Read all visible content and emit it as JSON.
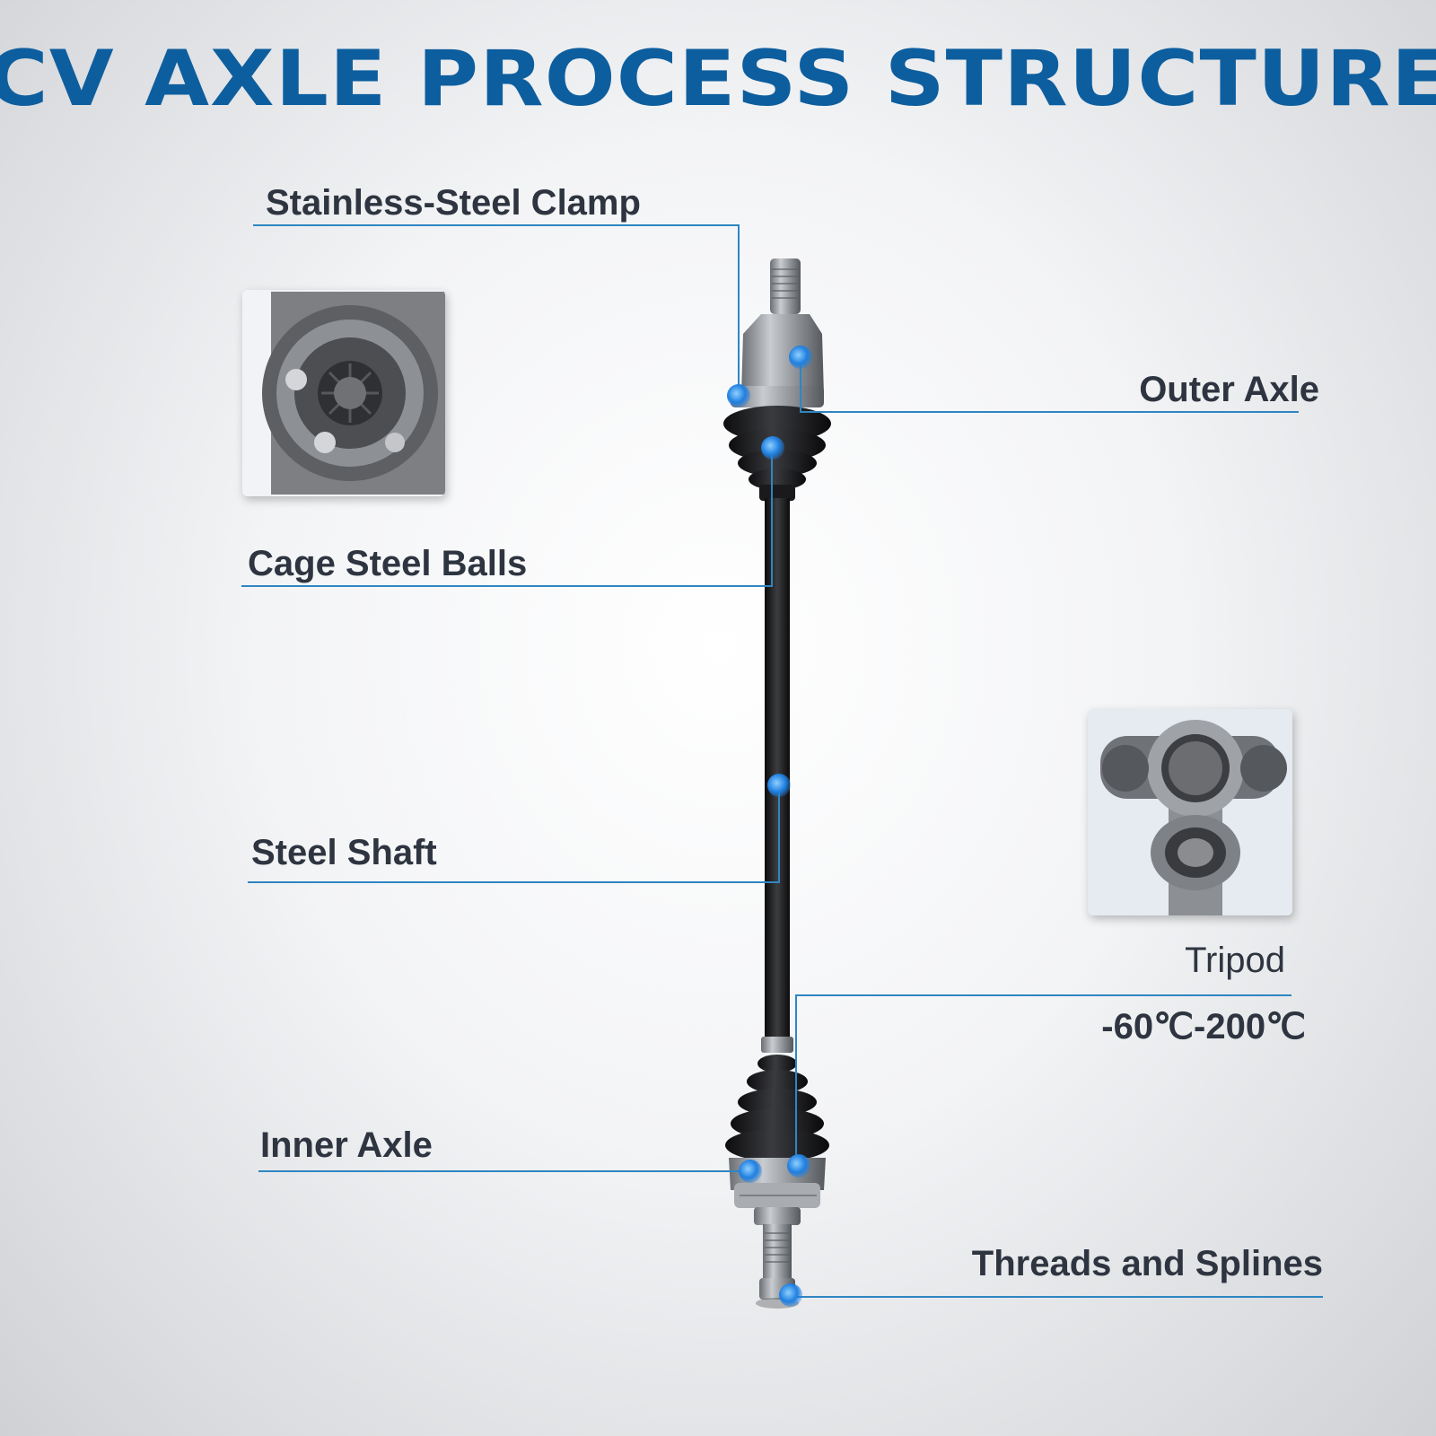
{
  "title": "CV AXLE PROCESS STRUCTURE",
  "labels": {
    "clamp": "Stainless-Steel Clamp",
    "outer_axle": "Outer Axle",
    "cage_balls": "Cage Steel Balls",
    "steel_shaft": "Steel Shaft",
    "tripod": "Tripod",
    "temperature": "-60℃-200℃",
    "inner_axle": "Inner Axle",
    "threads": "Threads and Splines"
  },
  "colors": {
    "title": "#0d5e9e",
    "text": "#2e3540",
    "leader": "#2f86c2",
    "marker": "#1f7fe0"
  }
}
